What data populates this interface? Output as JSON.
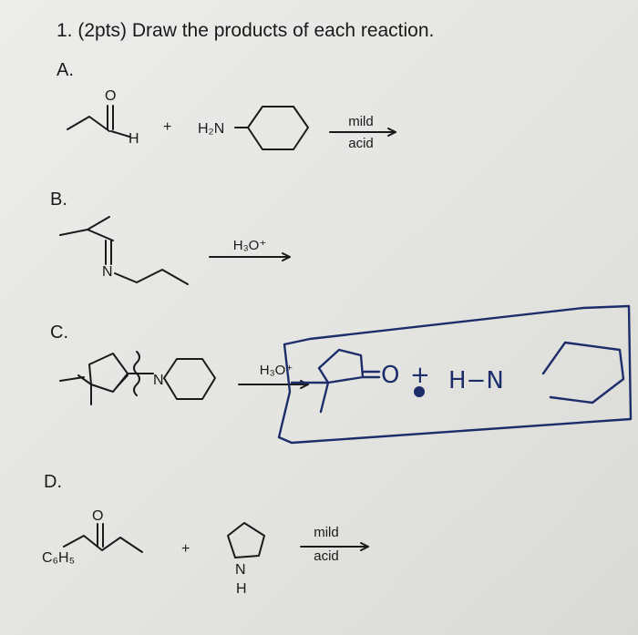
{
  "question": {
    "title": "1. (2pts) Draw the products of each reaction."
  },
  "parts": {
    "a": {
      "label": "A.",
      "aldehyde_h": "H",
      "aldehyde_o": "O",
      "plus": "+",
      "amine_text": "H₂N",
      "reagent_top": "mild",
      "reagent_bottom": "acid"
    },
    "b": {
      "label": "B.",
      "imine_n": "N",
      "reagent": "H₃O⁺"
    },
    "c": {
      "label": "C.",
      "enamine_n": "N",
      "reagent": "H₃O⁺",
      "answer": {
        "carbonyl_o": "O",
        "plus": "+",
        "amine_text": "H−N"
      }
    },
    "d": {
      "label": "D.",
      "ketone_o": "O",
      "phenyl": "C₆H₅",
      "plus": "+",
      "pyrrolidine_n": "N",
      "pyrrolidine_h": "H",
      "reagent_top": "mild",
      "reagent_bottom": "acid"
    }
  },
  "colors": {
    "ink": "#1a1a1a",
    "pen": "#1c2d6a",
    "paper": "#e9e9e7"
  }
}
